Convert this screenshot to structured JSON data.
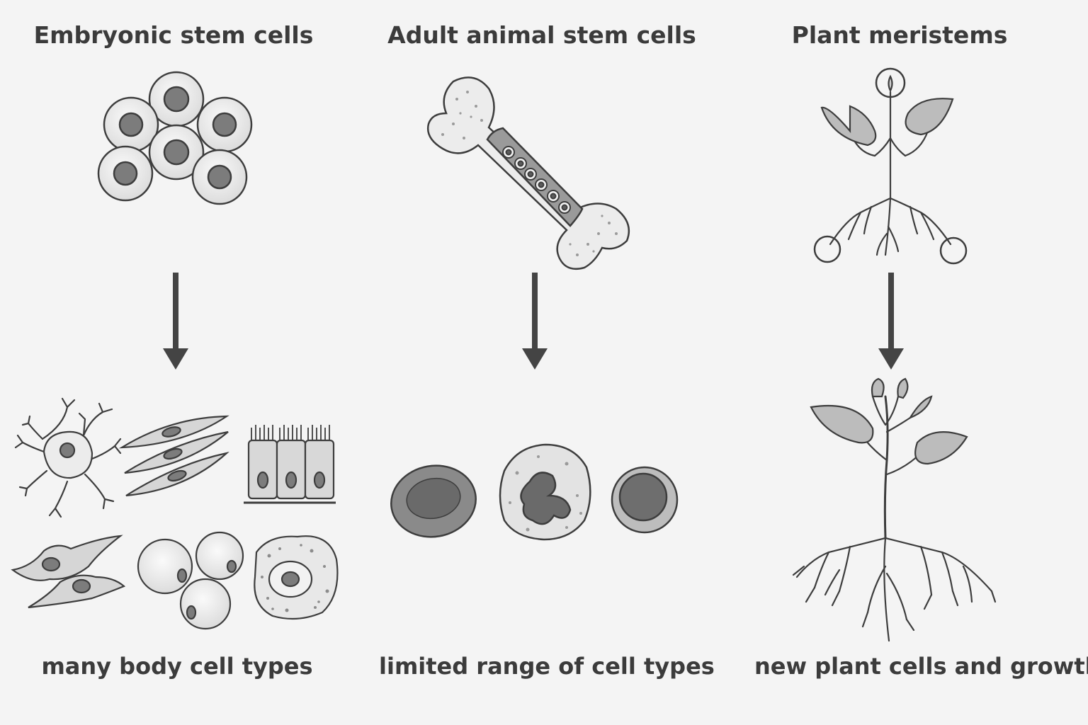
{
  "columns": [
    {
      "heading": "Embryonic stem cells",
      "source": "cluster of embryonic stem cells",
      "result": "many body cell types",
      "result_items": [
        "neuron",
        "smooth muscle cells",
        "epithelial cells",
        "fibroblasts",
        "fat cells",
        "cell with granules"
      ]
    },
    {
      "heading": "Adult animal stem cells",
      "source": "bone with marrow stem cells",
      "result": "limited range of cell types",
      "result_items": [
        "red blood cell",
        "white blood cell",
        "lymphocyte"
      ]
    },
    {
      "heading": "Plant meristems",
      "source": "seedling with circled shoot and root tips",
      "result": "new plant cells and growth",
      "result_items": [
        "grown plant"
      ]
    }
  ],
  "colors": {
    "background": "#f4f4f4",
    "outline": "#3d3d3d",
    "fill_light": "#e6e6e6",
    "fill_mid": "#bdbdbd",
    "fill_dark": "#7c7c7c",
    "arrow": "#444444"
  },
  "icons": [
    "down-arrow-icon",
    "down-arrow-icon",
    "down-arrow-icon"
  ]
}
